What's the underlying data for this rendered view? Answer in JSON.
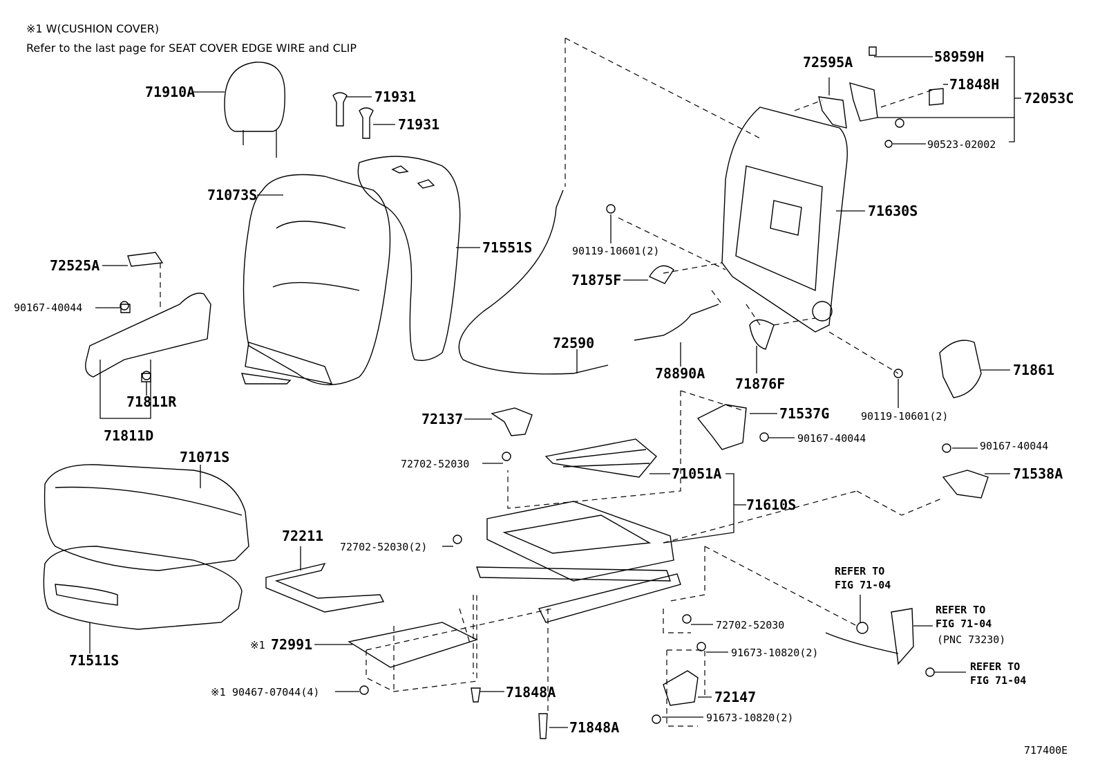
{
  "notes": {
    "line1": "※1 W(CUSHION COVER)",
    "line2": "Refer to the last page for SEAT COVER EDGE WIRE and CLIP"
  },
  "figure_id": "717400E",
  "labels": {
    "p71910A": "71910A",
    "p71931a": "71931",
    "p71931b": "71931",
    "p71073S": "71073S",
    "p71551S": "71551S",
    "p72525A": "72525A",
    "p90167_40044_a": "90167-40044",
    "p71811R": "71811R",
    "p71811D": "71811D",
    "p71071S": "71071S",
    "p71511S": "71511S",
    "p72211": "72211",
    "p72991_mark": "※1",
    "p72991": "72991",
    "p90467_mark": "※1",
    "p90467": "90467-07044(4)",
    "p71848A_a": "71848A",
    "p71848A_b": "71848A",
    "p72590": "72590",
    "p90119_a": "90119-10601(2)",
    "p71875F": "71875F",
    "p72137": "72137",
    "p72702_a": "72702-52030",
    "p72702_b": "72702-52030(2)",
    "p71051A": "71051A",
    "p71610S": "71610S",
    "p78890A": "78890A",
    "p71876F": "71876F",
    "p71537G": "71537G",
    "p90167_40044_b": "90167-40044",
    "p72595A": "72595A",
    "p58959H": "58959H",
    "p71848H": "71848H",
    "p72053C": "72053C",
    "p90523": "90523-02002",
    "p71630S": "71630S",
    "p71861": "71861",
    "p90119_b": "90119-10601(2)",
    "p90167_40044_c": "90167-40044",
    "p71538A": "71538A",
    "p72702_c": "72702-52030",
    "p91673_a": "91673-10820(2)",
    "p72147": "72147",
    "p91673_b": "91673-10820(2)"
  },
  "refs": {
    "r1_l1": "REFER TO",
    "r1_l2": "FIG 71-04",
    "r2_l1": "REFER TO",
    "r2_l2": "FIG 71-04",
    "r2_l3": "(PNC 73230)",
    "r3_l1": "REFER TO",
    "r3_l2": "FIG 71-04"
  }
}
